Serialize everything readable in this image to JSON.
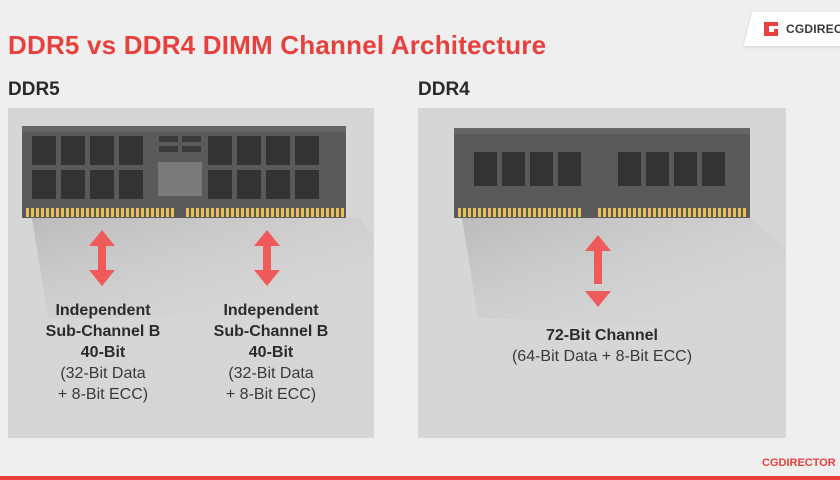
{
  "title": "DDR5 vs DDR4 DIMM Channel Architecture",
  "brand": {
    "name": "CGDIRECTOR",
    "footer": "CGDIRECTOR",
    "accent": "#e8403d"
  },
  "ddr5": {
    "label": "DDR5",
    "channels": [
      {
        "line1": "Independent",
        "line2": "Sub-Channel B",
        "line3": "40-Bit",
        "line4": "(32-Bit Data",
        "line5": "+ 8-Bit ECC)"
      },
      {
        "line1": "Independent",
        "line2": "Sub-Channel B",
        "line3": "40-Bit",
        "line4": "(32-Bit Data",
        "line5": "+ 8-Bit ECC)"
      }
    ]
  },
  "ddr4": {
    "label": "DDR4",
    "channel": {
      "line1": "72-Bit Channel",
      "line2": "(64-Bit Data + 8-Bit ECC)"
    }
  },
  "colors": {
    "pcb": "#5a5a5a",
    "chip": "#333333",
    "gold": "#e8c15a",
    "arrow": "#ef5a5a",
    "panel": "#d6d6d6"
  }
}
